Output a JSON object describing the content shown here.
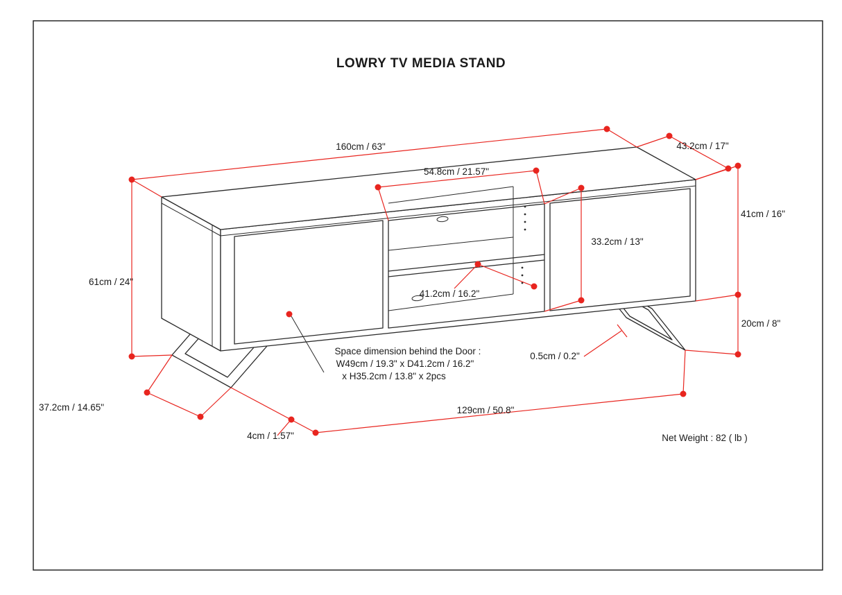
{
  "title": "LOWRY TV MEDIA STAND",
  "dimensions": {
    "length": "160cm / 63\"",
    "depth": "43.2cm / 17\"",
    "opening_width": "54.8cm / 21.57\"",
    "cabinet_height": "41cm / 16\"",
    "interior_height": "33.2cm / 13\"",
    "total_height": "61cm / 24\"",
    "shelf_depth": "41.2cm / 16.2\"",
    "leg_height": "20cm / 8\"",
    "material_thickness": "0.5cm / 0.2\"",
    "leg_depth": "37.2cm / 14.65\"",
    "foot_offset": "4cm / 1.57\"",
    "leg_span": "129cm / 50.8\""
  },
  "door_space_note": {
    "line1": "Space dimension behind the Door :",
    "line2": "W49cm / 19.3\" x D41.2cm / 16.2\"",
    "line3": "x H35.2cm / 13.8\" x 2pcs"
  },
  "net_weight": "Net Weight : 82 ( lb )",
  "colors": {
    "dimension_red": "#e8251f",
    "line_black": "#2a2a2a",
    "background": "#ffffff"
  }
}
